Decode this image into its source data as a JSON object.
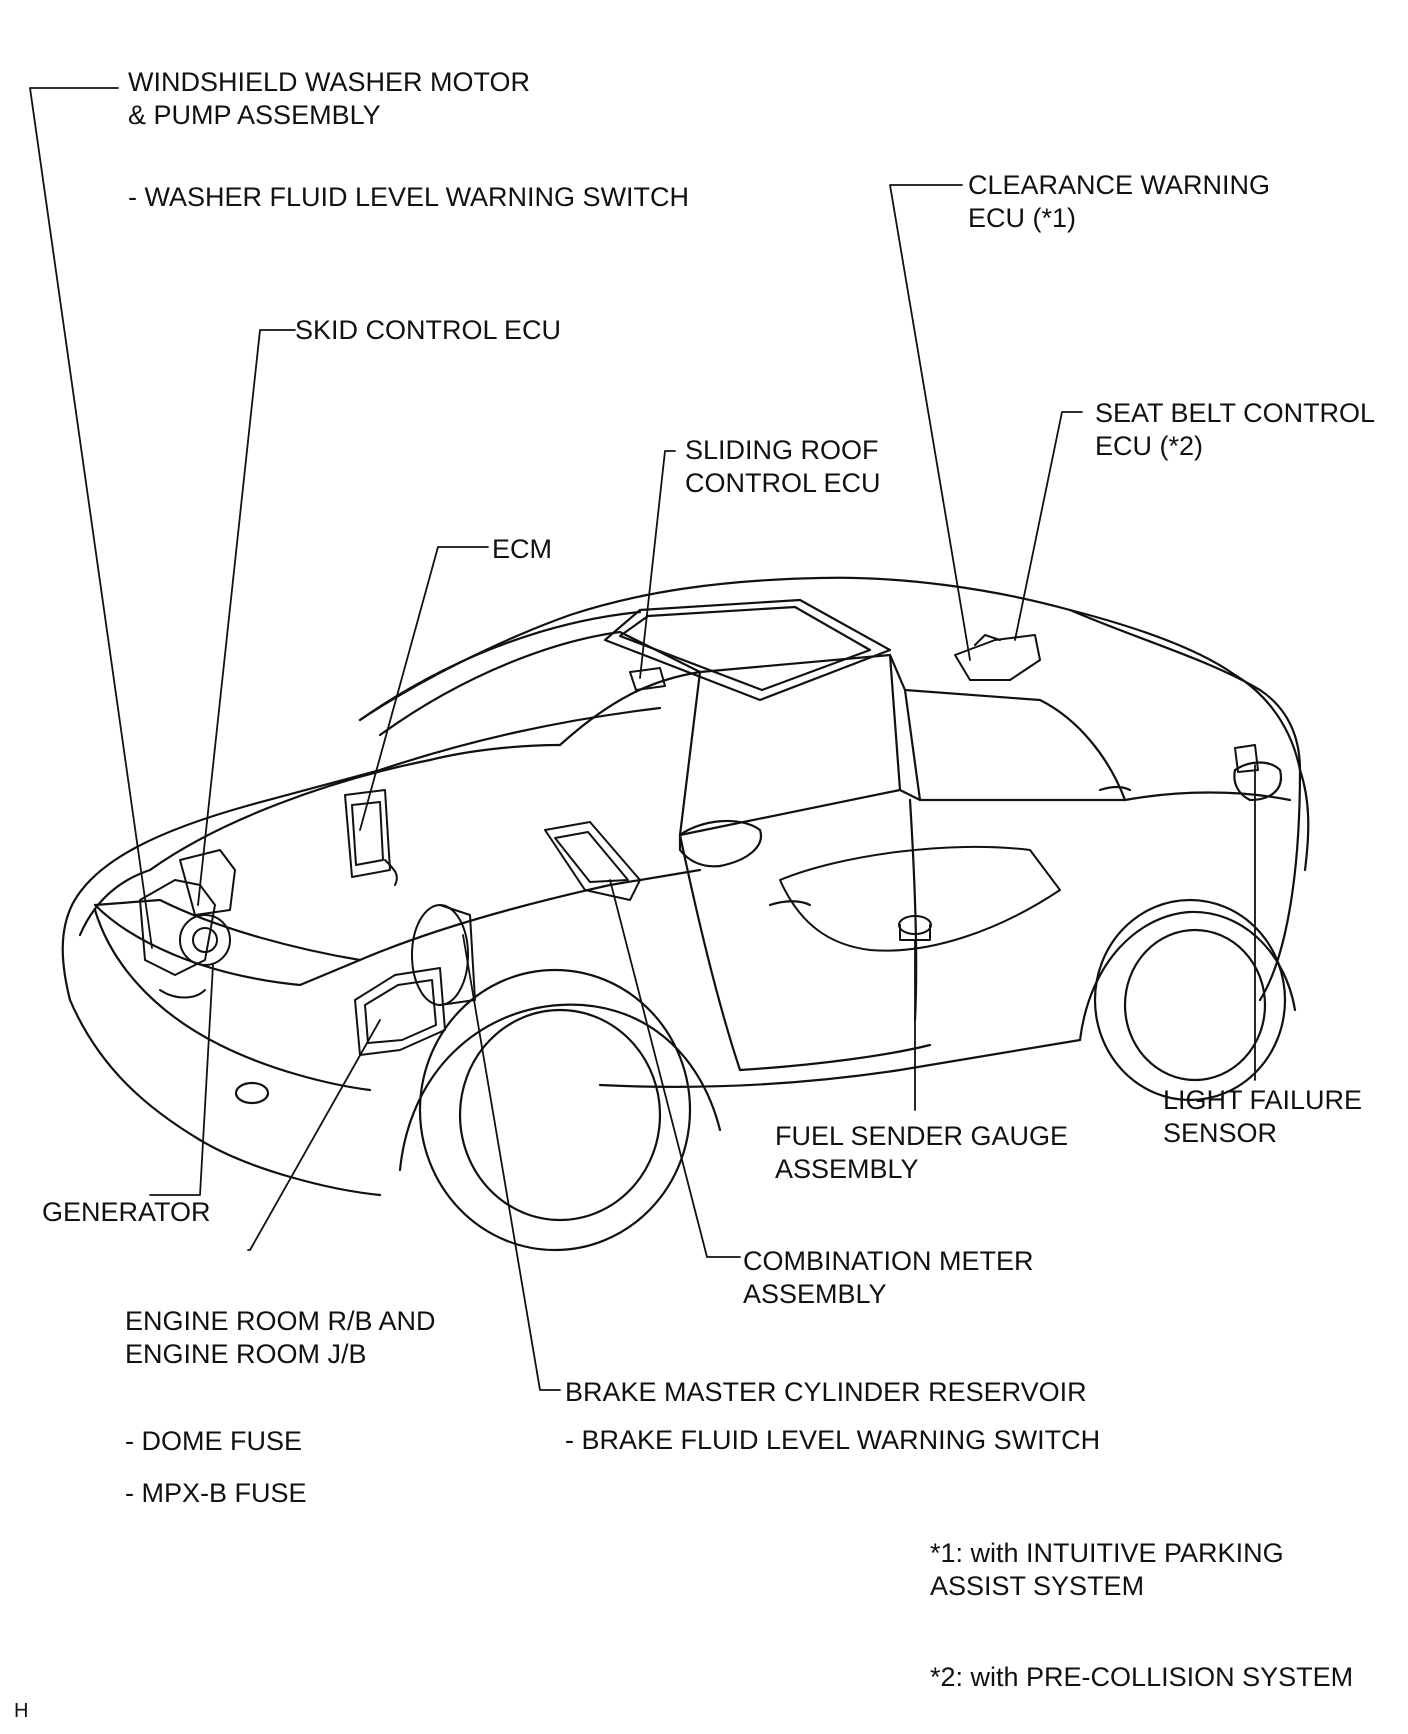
{
  "labels": {
    "washer": {
      "line1": "WINDSHIELD WASHER MOTOR",
      "line2": "& PUMP ASSEMBLY",
      "sub": "- WASHER FLUID LEVEL WARNING SWITCH"
    },
    "clearance": {
      "line1": "CLEARANCE WARNING",
      "line2": "ECU (*1)"
    },
    "skid": {
      "line1": "SKID CONTROL ECU"
    },
    "seatbelt": {
      "line1": "SEAT BELT CONTROL",
      "line2": "ECU (*2)"
    },
    "sliding": {
      "line1": "SLIDING ROOF",
      "line2": "CONTROL ECU"
    },
    "ecm": {
      "line1": "ECM"
    },
    "light_failure": {
      "line1": "LIGHT FAILURE",
      "line2": "SENSOR"
    },
    "fuel": {
      "line1": "FUEL SENDER GAUGE",
      "line2": "ASSEMBLY"
    },
    "generator": {
      "line1": "GENERATOR"
    },
    "combination": {
      "line1": "COMBINATION METER",
      "line2": "ASSEMBLY"
    },
    "engine_room": {
      "line1": "ENGINE ROOM R/B AND",
      "line2": "ENGINE ROOM J/B",
      "sub1": "- DOME FUSE",
      "sub2": "- MPX-B FUSE"
    },
    "brake": {
      "line1": "BRAKE MASTER CYLINDER RESERVOIR",
      "sub": "- BRAKE FLUID LEVEL WARNING SWITCH"
    }
  },
  "notes": {
    "note1_line1": "*1: with INTUITIVE PARKING",
    "note1_line2": "ASSIST SYSTEM",
    "note2": "*2: with PRE-COLLISION SYSTEM"
  },
  "corner_code": "H"
}
